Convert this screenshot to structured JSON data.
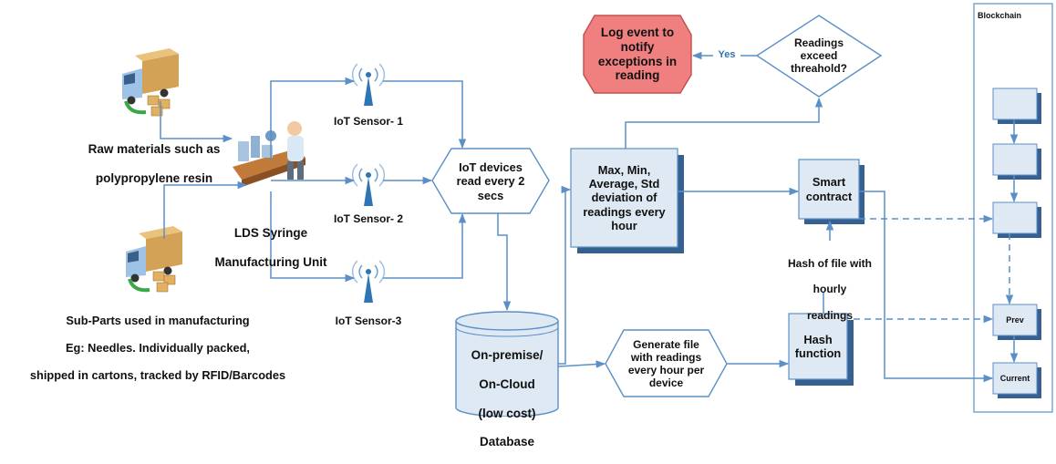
{
  "colors": {
    "box_fill": "#dee9f4",
    "box_stroke": "#5b8fc7",
    "box_shadow": "#35608f",
    "arrow": "#5b8fc7",
    "alert_fill": "#f08080",
    "alert_stroke": "#c0504d"
  },
  "icons": {
    "truck_raw": "delivery-truck-icon",
    "truck_parts": "delivery-truck-icon",
    "factory": "manufacturing-worker-icon",
    "sensor": "wireless-sensor-icon"
  },
  "sources": {
    "raw_materials": [
      "Raw materials such as",
      "polypropylene resin"
    ],
    "sub_parts": [
      "Sub-Parts used in manufacturing",
      "Eg: Needles. Individually packed,",
      "shipped in cartons, tracked by RFID/Barcodes"
    ]
  },
  "factory": {
    "label": [
      "LDS Syringe",
      "Manufacturing Unit"
    ]
  },
  "sensors": {
    "s1": "IoT Sensor- 1",
    "s2": "IoT Sensor- 2",
    "s3": "IoT Sensor-3"
  },
  "nodes": {
    "iot_read": [
      "IoT devices",
      "read every 2",
      "secs"
    ],
    "database": [
      "On-premise/",
      "On-Cloud",
      "(low cost)",
      "Database"
    ],
    "generate_file": [
      "Generate file",
      "with  readings",
      "every hour per",
      "device"
    ],
    "hash_function": [
      "Hash",
      "function"
    ],
    "stats": [
      "Max, Min,",
      "Average, Std",
      "deviation of",
      "readings every",
      "hour"
    ],
    "smart_contract": [
      "Smart",
      "contract"
    ],
    "readings_exceed": [
      "Readings",
      "exceed",
      "threahold?"
    ],
    "log_event": [
      "Log event to",
      "notify",
      "exceptions in",
      "reading"
    ],
    "hash_label": [
      "Hash of file with",
      "hourly",
      "readings"
    ],
    "yes": "Yes"
  },
  "blockchain": {
    "title": "Blockchain",
    "prev": "Prev",
    "current": "Current"
  }
}
